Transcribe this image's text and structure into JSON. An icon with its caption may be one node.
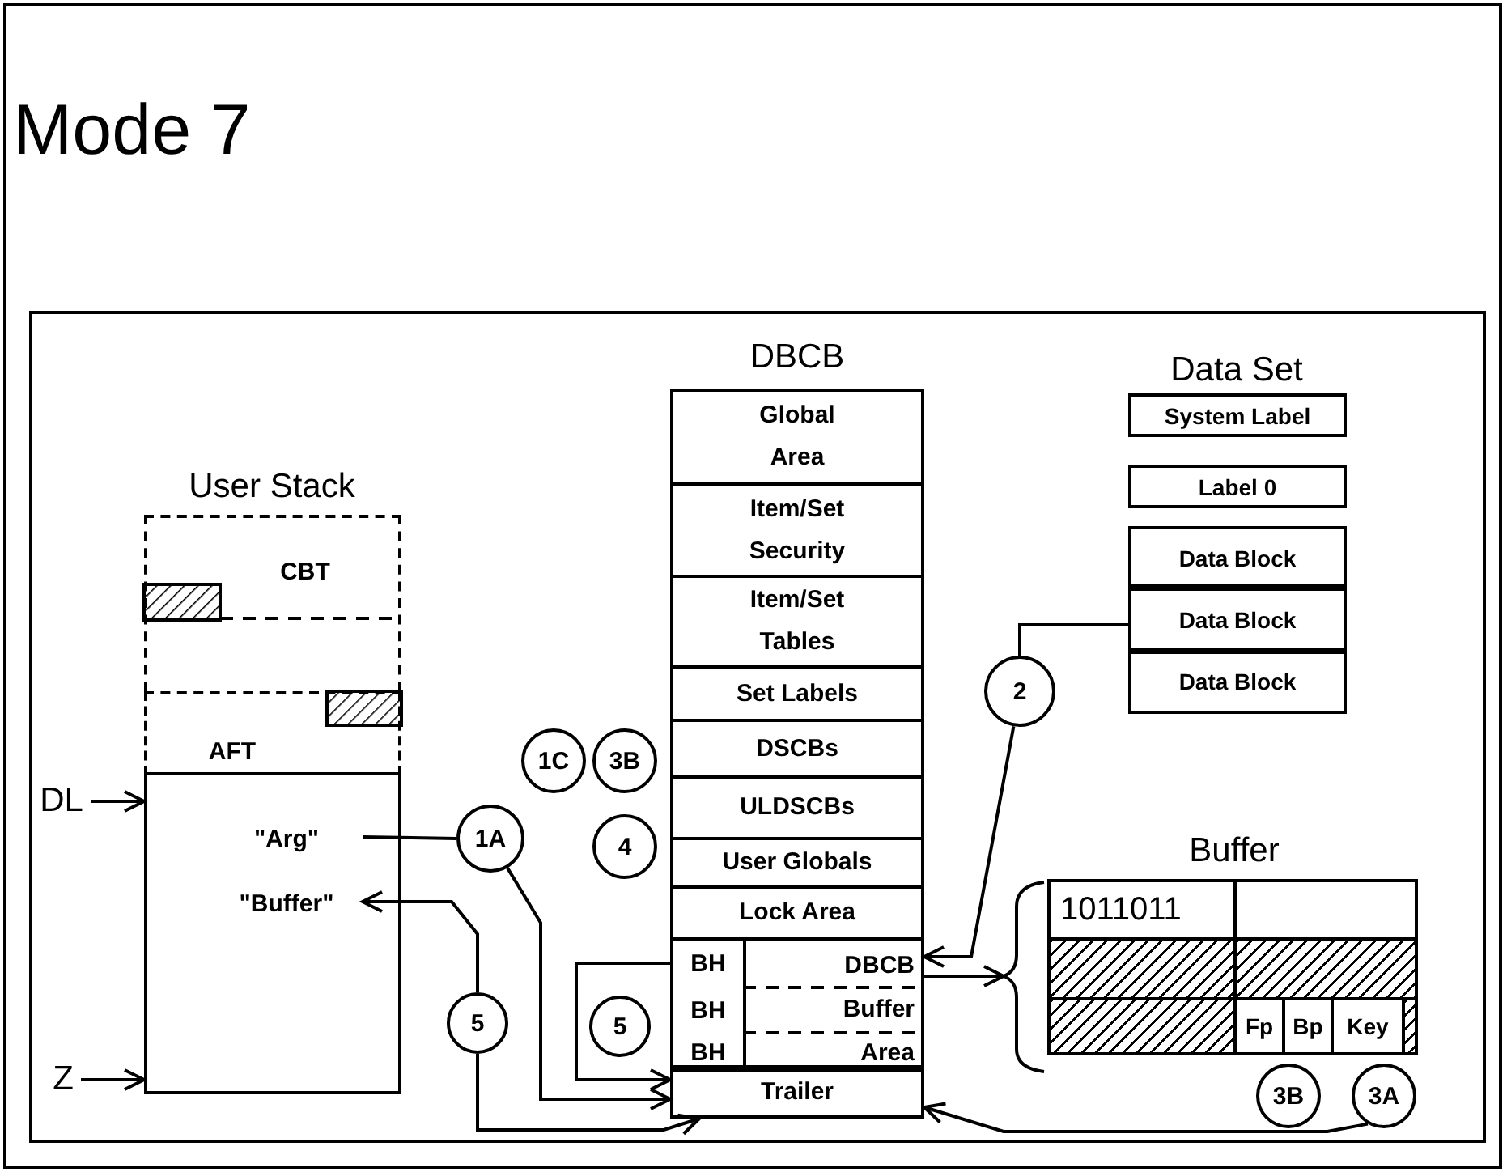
{
  "diagram": {
    "title": "Mode 7",
    "nodes": [
      {
        "text": [
          "User Stack"
        ]
      },
      {
        "text": [
          "CBT"
        ],
        "in": 0
      },
      {
        "text": [
          "AFT"
        ],
        "in": 0
      },
      {
        "text": [],
        "shape": "box",
        "in": 0
      },
      {
        "text": [
          "\"Arg\""
        ],
        "in": 3
      },
      {
        "text": [
          "\"Buffer\""
        ],
        "in": 3
      },
      {
        "text": [
          "DL"
        ]
      },
      {
        "text": [
          "Z"
        ]
      },
      {
        "text": [
          "DBCB"
        ]
      },
      {
        "text": [
          "Global Area"
        ],
        "in": 8
      },
      {
        "text": [
          "Item/Set Security"
        ],
        "in": 8
      },
      {
        "text": [
          "Item/Set Tables"
        ],
        "in": 8
      },
      {
        "text": [
          "Set Labels"
        ],
        "in": 8
      },
      {
        "text": [
          "DSCBs"
        ],
        "in": 8
      },
      {
        "text": [
          "ULDSCBs"
        ],
        "in": 8
      },
      {
        "text": [
          "User Globals"
        ],
        "in": 8
      },
      {
        "text": [
          "Lock Area"
        ],
        "in": 8
      },
      {
        "text": [
          "DBCB Buffer Area"
        ],
        "in": 8
      },
      {
        "text": [
          "BH"
        ],
        "in": 17
      },
      {
        "text": [
          "BH"
        ],
        "in": 17
      },
      {
        "text": [
          "BH"
        ],
        "in": 17
      },
      {
        "text": [
          "Trailer"
        ],
        "in": 8
      },
      {
        "text": [
          "Data Set"
        ]
      },
      {
        "text": [
          "System Label"
        ],
        "in": 22
      },
      {
        "text": [
          "Label 0"
        ],
        "in": 22
      },
      {
        "text": [
          "Data Block"
        ],
        "in": 22
      },
      {
        "text": [
          "Data Block"
        ],
        "in": 22
      },
      {
        "text": [
          "Data Block"
        ],
        "in": 22
      },
      {
        "text": [
          "Buffer"
        ]
      },
      {
        "text": [
          "1011011"
        ],
        "in": 28
      },
      {
        "text": [],
        "shape": "box",
        "in": 28
      },
      {
        "text": [],
        "shape": "bar",
        "in": 28
      },
      {
        "text": [],
        "shape": "bar",
        "in": 28
      },
      {
        "text": [],
        "shape": "bar",
        "in": 28
      },
      {
        "text": [
          "Fp"
        ],
        "in": 28
      },
      {
        "text": [
          "Bp"
        ],
        "in": 28
      },
      {
        "text": [
          "Key"
        ],
        "in": 28
      },
      {
        "text": [],
        "shape": "bar",
        "in": 28
      },
      {
        "text": [
          "1C"
        ]
      },
      {
        "text": [
          "3B"
        ]
      },
      {
        "text": [
          "4"
        ]
      },
      {
        "text": [
          "1A"
        ]
      },
      {
        "text": [
          "2"
        ]
      },
      {
        "text": [
          "5"
        ]
      },
      {
        "text": [
          "5"
        ]
      },
      {
        "text": [
          "3B"
        ]
      },
      {
        "text": [
          "3A"
        ]
      }
    ],
    "edges": [
      {
        "from": 6,
        "to": 3,
        "arrow": "to"
      },
      {
        "from": 7,
        "to": 3,
        "arrow": "to"
      },
      {
        "from": 4,
        "to": 41,
        "arrow": "none"
      },
      {
        "from": 41,
        "to": 21,
        "arrow": "to"
      },
      {
        "from": 43,
        "to": 5,
        "arrow": "to"
      },
      {
        "from": 43,
        "to": 21,
        "arrow": "to"
      },
      {
        "from": 18,
        "to": 21,
        "arrow": "to"
      },
      {
        "from": 42,
        "to": 26,
        "arrow": "none"
      },
      {
        "from": 42,
        "to": 17,
        "arrow": "to"
      },
      {
        "from": 17,
        "to": 28,
        "arrow": "to"
      },
      {
        "from": 46,
        "to": 21,
        "arrow": "to"
      }
    ]
  }
}
